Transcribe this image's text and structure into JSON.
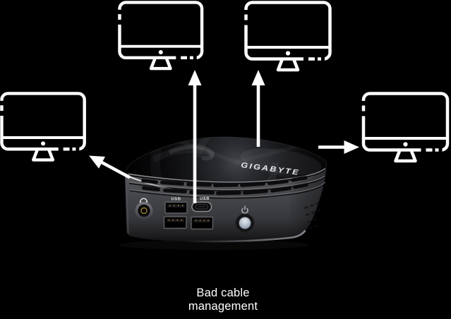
{
  "scene": {
    "background_color": "#000000",
    "caption_line1": "Bad cable",
    "caption_line2": "management",
    "caption_color": "#ffffff"
  },
  "device": {
    "type": "mini-pc",
    "brand": "GIGABYTE",
    "front": {
      "usb_label_left": "USB",
      "usb_label_center": "USB"
    },
    "accent_colors": {
      "chassis_gray": "#46474b",
      "lid_black": "#0b0b0d",
      "power_button_center": "#c3cbd6",
      "usb_pin_gold": "#8f7030",
      "headphone_ring_gold": "#9a7b33"
    }
  },
  "monitors": {
    "count": 4,
    "positions": [
      "top-left",
      "top-right",
      "left",
      "right"
    ],
    "line_color": "#ffffff"
  },
  "arrows": {
    "count": 4,
    "color": "#ffffff",
    "directions": [
      "up-to-top-left-monitor",
      "up-to-top-right-monitor",
      "up-left-to-left-monitor",
      "right-to-right-monitor"
    ]
  }
}
